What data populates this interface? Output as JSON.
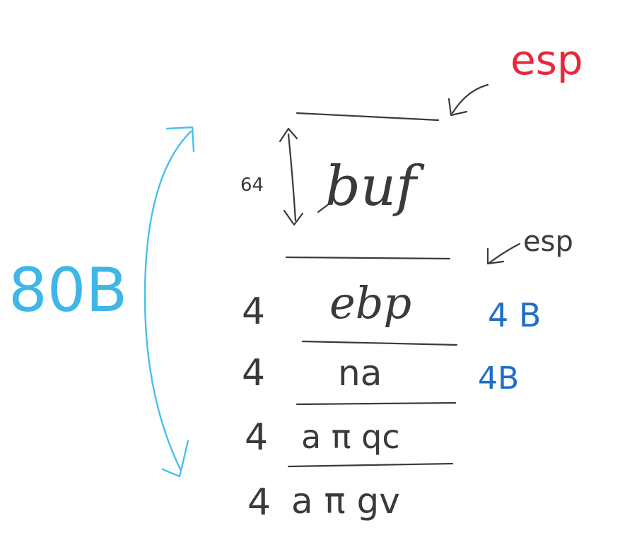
{
  "esp_top_label": "esp",
  "esp_mid_label": "esp",
  "total_size_label": "80B",
  "buf": {
    "name": "buf",
    "size": "64"
  },
  "rows": [
    {
      "size": "4",
      "name": "ebp",
      "bytes": "4 B"
    },
    {
      "size": "4",
      "name": "na",
      "bytes": "4B"
    },
    {
      "size": "4",
      "name": "a π qc",
      "bytes": ""
    },
    {
      "size": "4",
      "name": "a π gv",
      "bytes": ""
    }
  ],
  "colors": {
    "ink": "#3a3a3a",
    "esp_top": "#e8283a",
    "bytes": "#1f6fc8",
    "brace": "#47bff0"
  }
}
